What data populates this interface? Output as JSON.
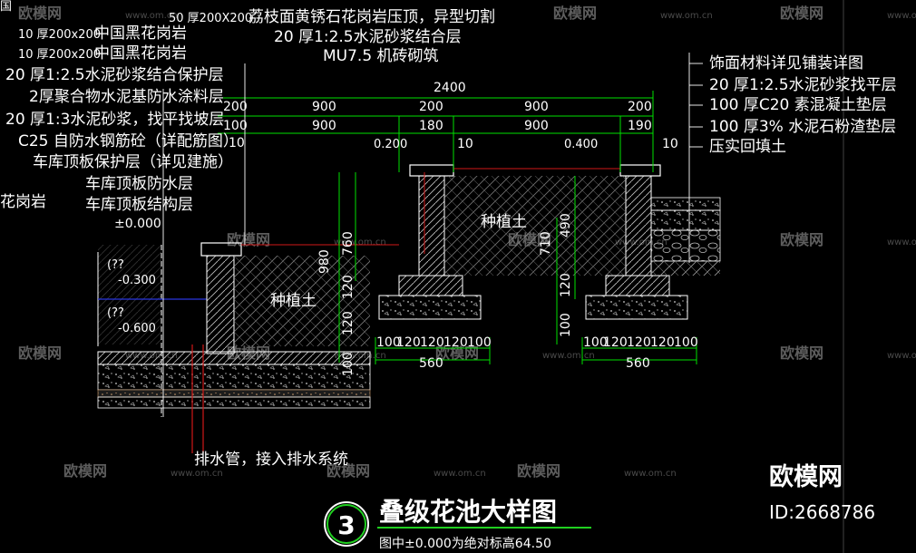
{
  "corner_label": "国",
  "top_callouts": [
    "50 厚200X200",
    "荔枝面黄锈石花岗岩压顶，异型切割",
    "20 厚1:2.5水泥砂浆结合层",
    "MU7.5 机砖砌筑"
  ],
  "left_callouts": [
    "10 厚200x200",
    "中国黑花岗岩",
    "10 厚200x200",
    "中国黑花岗岩",
    "20 厚1:2.5水泥砂浆结合保护层",
    "2厚聚合物水泥基防水涂料层",
    "20 厚1:3水泥砂浆，找平找坡层",
    "C25 自防水钢筋砼（详配筋图）",
    "车库顶板保护层（详见建施）",
    "车库顶板防水层",
    "车库顶板结构层",
    "花岗岩"
  ],
  "right_callouts": [
    "饰面材料详见铺装详图",
    "20 厚1:2.5水泥砂浆找平层",
    "100 厚C20 素混凝土垫层",
    "100 厚3% 水泥石粉渣垫层",
    "压实回填土"
  ],
  "elevations": [
    "±0.000",
    "-0.300",
    "-0.600",
    "0.200",
    "0.400"
  ],
  "unknown_marks": [
    "(??",
    "(??"
  ],
  "soil_labels": [
    "种植土",
    "种植土"
  ],
  "drain_label": "排水管，接入排水系统",
  "dimensions": {
    "total": "2400",
    "row1": [
      "200",
      "900",
      "200",
      "900",
      "200"
    ],
    "row2": [
      "100",
      "900",
      "180",
      "900",
      "190"
    ],
    "row3": [
      "10",
      "10",
      "10"
    ],
    "v_left": [
      "980",
      "120",
      "100"
    ],
    "v_mid": [
      "760",
      "120"
    ],
    "v_right": [
      "710",
      "490",
      "120",
      "100"
    ],
    "footing_steps": [
      "100",
      "120",
      "120",
      "120",
      "100"
    ],
    "footing_width": "560"
  },
  "watermark": {
    "brand": "欧模网",
    "url": "www.om.cn",
    "id": "ID:2668786"
  },
  "detail": {
    "number": "3",
    "title": "叠级花池大样图",
    "note": "图中±0.000为绝对标高64.50"
  },
  "colors": {
    "background": "#000000",
    "text": "#ffffff",
    "dimension": "#00e000",
    "outline": "#ffffff",
    "redline": "#d01818",
    "waterline": "#2a36e0",
    "hatch": "#a0a0a0"
  }
}
